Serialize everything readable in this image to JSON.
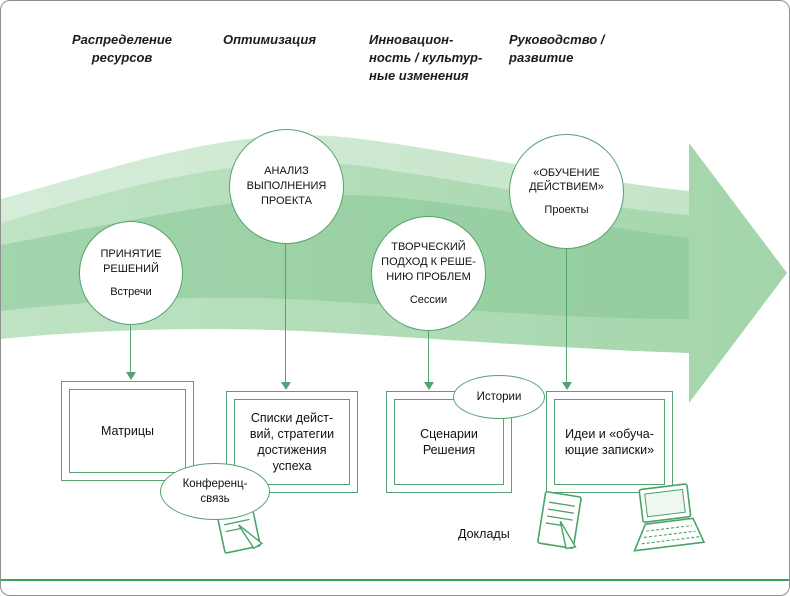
{
  "colors": {
    "arrow_light": "#bfe3c4",
    "arrow_dark": "#a2d5a9",
    "outline_green": "#56a273",
    "bottom_rule": "#3ca55c",
    "text_dark": "#111111"
  },
  "headers": [
    {
      "label": "Распределение\nресурсов"
    },
    {
      "label": "Оптимизация"
    },
    {
      "label": "Инновацион-\nность / культур-\nные изменения"
    },
    {
      "label": "Руководство /\nразвитие"
    }
  ],
  "stages": [
    {
      "title": "ПРИНЯТИЕ\nРЕШЕНИЙ",
      "subtitle": "Встречи"
    },
    {
      "title": "АНАЛИЗ\nВЫПОЛНЕНИЯ\nПРОЕКТА",
      "subtitle": ""
    },
    {
      "title": "ТВОРЧЕСКИЙ\nПОДХОД К РЕШЕ-\nНИЮ ПРОБЛЕМ",
      "subtitle": "Сессии"
    },
    {
      "title": "«ОБУЧЕНИЕ\nДЕЙСТВИЕМ»",
      "subtitle": "Проекты"
    }
  ],
  "outputs": [
    {
      "label": "Матрицы"
    },
    {
      "label": "Списки дейст-\nвий, стратегии\nдостижения\nуспеха"
    },
    {
      "label": "Сценарии\nРешения"
    },
    {
      "label": "Идеи и «обуча-\nющие записки»"
    }
  ],
  "callouts": {
    "conference": "Конференц-\nсвязь",
    "stories": "Истории"
  },
  "labels": {
    "reports": "Доклады"
  },
  "icons": [
    {
      "name": "note-icon"
    },
    {
      "name": "note-icon"
    },
    {
      "name": "laptop-icon"
    }
  ]
}
